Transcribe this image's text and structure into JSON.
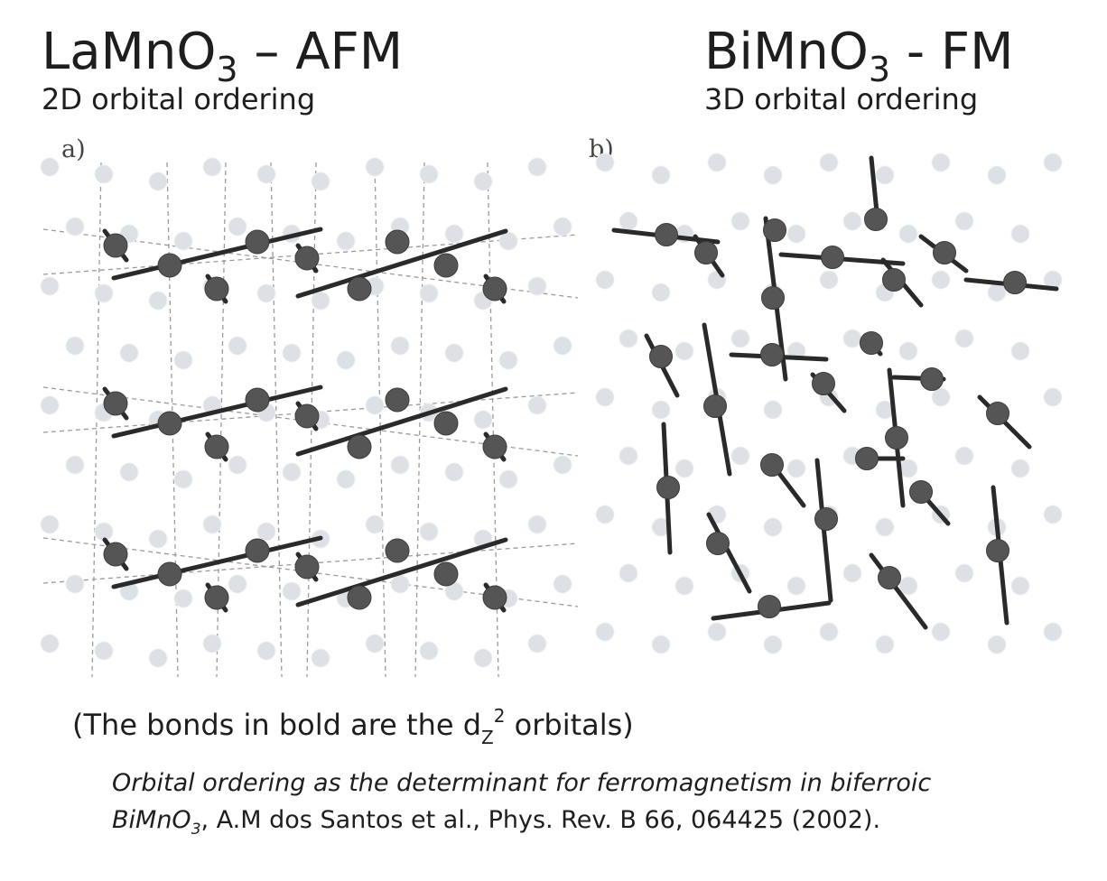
{
  "panel_a": {
    "title_main": "LaMnO",
    "title_sub": "3",
    "title_rest": " – AFM",
    "subtitle": "2D orbital ordering",
    "label": "a)"
  },
  "panel_b": {
    "title_main": "BiMnO",
    "title_sub": "3",
    "title_rest": " - FM",
    "subtitle": "3D orbital ordering",
    "label": "b)"
  },
  "note": {
    "prefix": "(The bonds in bold are the d",
    "sub": "Z",
    "sup": "2",
    "suffix": " orbitals)"
  },
  "citation": {
    "title_line1": "Orbital ordering as the determinant for ferromagnetism in biferroic",
    "title_line2": "BiMnO",
    "title_line2_sub": "3",
    "reference": ", A.M dos Santos et al., Phys. Rev. B 66, 064425 (2002)."
  },
  "colors": {
    "mn_atom": "#555555",
    "o_atom": "#dde1e5",
    "bond": "#2a2a2a",
    "lattice": "#9a9a9a"
  }
}
